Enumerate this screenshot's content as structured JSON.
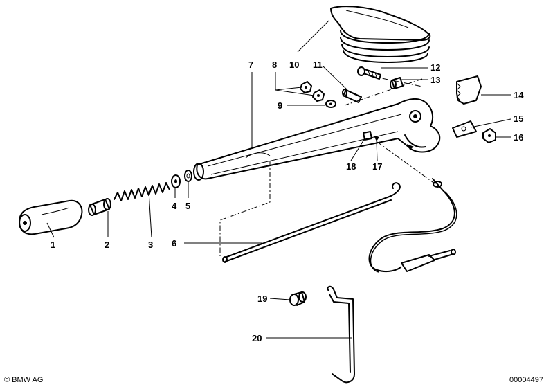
{
  "callouts": [
    {
      "id": "1",
      "label": "1"
    },
    {
      "id": "2",
      "label": "2"
    },
    {
      "id": "3",
      "label": "3"
    },
    {
      "id": "4",
      "label": "4"
    },
    {
      "id": "5",
      "label": "5"
    },
    {
      "id": "6",
      "label": "6"
    },
    {
      "id": "7",
      "label": "7"
    },
    {
      "id": "8",
      "label": "8"
    },
    {
      "id": "9",
      "label": "9"
    },
    {
      "id": "10",
      "label": "10"
    },
    {
      "id": "11",
      "label": "11"
    },
    {
      "id": "12",
      "label": "12"
    },
    {
      "id": "13",
      "label": "13"
    },
    {
      "id": "14",
      "label": "14"
    },
    {
      "id": "15",
      "label": "15"
    },
    {
      "id": "16",
      "label": "16"
    },
    {
      "id": "17",
      "label": "17"
    },
    {
      "id": "18",
      "label": "18"
    },
    {
      "id": "19",
      "label": "19"
    },
    {
      "id": "20",
      "label": "20"
    }
  ],
  "footer": {
    "copyright": "© BMW AG",
    "diagram_number": "00004497"
  }
}
